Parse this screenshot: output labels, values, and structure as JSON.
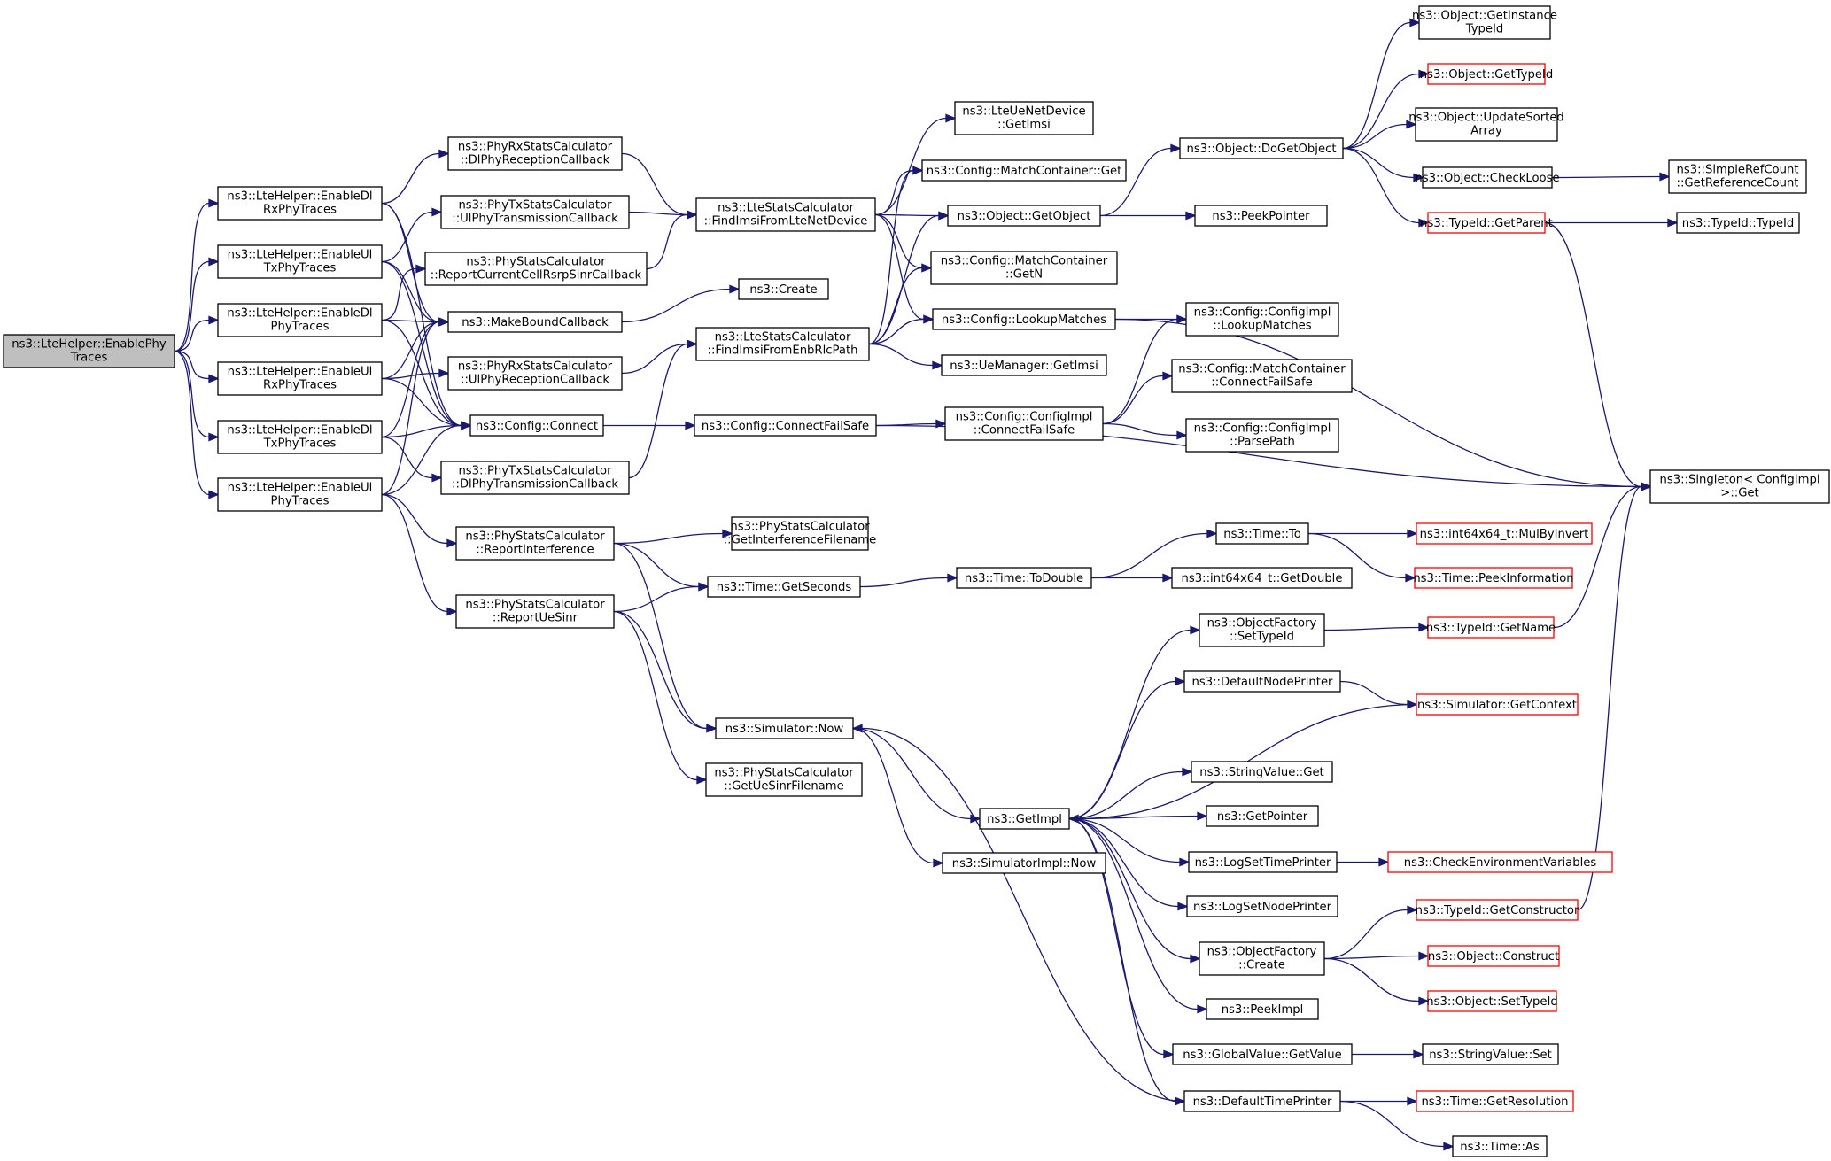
{
  "colors": {
    "edge": "#191970",
    "root_fill": "#bfbfbf",
    "node_border": "#000000",
    "incomplete_border": "#ff0000",
    "background": "#ffffff"
  },
  "nodes": [
    {
      "id": "root",
      "lines": [
        "ns3::LteHelper::EnablePhy",
        "Traces"
      ],
      "root": true
    },
    {
      "id": "enDlRx",
      "lines": [
        "ns3::LteHelper::EnableDl",
        "RxPhyTraces"
      ]
    },
    {
      "id": "enUlTx",
      "lines": [
        "ns3::LteHelper::EnableUl",
        "TxPhyTraces"
      ]
    },
    {
      "id": "enDlPhy",
      "lines": [
        "ns3::LteHelper::EnableDl",
        "PhyTraces"
      ]
    },
    {
      "id": "enUlRx",
      "lines": [
        "ns3::LteHelper::EnableUl",
        "RxPhyTraces"
      ]
    },
    {
      "id": "enDlTx",
      "lines": [
        "ns3::LteHelper::EnableDl",
        "TxPhyTraces"
      ]
    },
    {
      "id": "enUlPhy",
      "lines": [
        "ns3::LteHelper::EnableUl",
        "PhyTraces"
      ]
    },
    {
      "id": "dlRecv",
      "lines": [
        "ns3::PhyRxStatsCalculator",
        "::DlPhyReceptionCallback"
      ]
    },
    {
      "id": "ulTrans",
      "lines": [
        "ns3::PhyTxStatsCalculator",
        "::UlPhyTransmissionCallback"
      ]
    },
    {
      "id": "reportRsrp",
      "lines": [
        "ns3::PhyStatsCalculator",
        "::ReportCurrentCellRsrpSinrCallback"
      ]
    },
    {
      "id": "makeBound",
      "lines": [
        "ns3::MakeBoundCallback"
      ]
    },
    {
      "id": "ulRecv",
      "lines": [
        "ns3::PhyRxStatsCalculator",
        "::UlPhyReceptionCallback"
      ]
    },
    {
      "id": "cfgConnect",
      "lines": [
        "ns3::Config::Connect"
      ]
    },
    {
      "id": "dlTrans",
      "lines": [
        "ns3::PhyTxStatsCalculator",
        "::DlPhyTransmissionCallback"
      ]
    },
    {
      "id": "repInterf",
      "lines": [
        "ns3::PhyStatsCalculator",
        "::ReportInterference"
      ]
    },
    {
      "id": "repUeSinr",
      "lines": [
        "ns3::PhyStatsCalculator",
        "::ReportUeSinr"
      ]
    },
    {
      "id": "findNet",
      "lines": [
        "ns3::LteStatsCalculator",
        "::FindImsiFromLteNetDevice"
      ]
    },
    {
      "id": "create",
      "lines": [
        "ns3::Create"
      ]
    },
    {
      "id": "findRlc",
      "lines": [
        "ns3::LteStatsCalculator",
        "::FindImsiFromEnbRlcPath"
      ]
    },
    {
      "id": "connFailSafe",
      "lines": [
        "ns3::Config::ConnectFailSafe"
      ]
    },
    {
      "id": "getInterfFn",
      "lines": [
        "ns3::PhyStatsCalculator",
        "::GetInterferenceFilename"
      ]
    },
    {
      "id": "getSeconds",
      "lines": [
        "ns3::Time::GetSeconds"
      ]
    },
    {
      "id": "simNow",
      "lines": [
        "ns3::Simulator::Now"
      ]
    },
    {
      "id": "getUeSinrFn",
      "lines": [
        "ns3::PhyStatsCalculator",
        "::GetUeSinrFilename"
      ]
    },
    {
      "id": "ueGetImsi",
      "lines": [
        "ns3::LteUeNetDevice",
        "::GetImsi"
      ]
    },
    {
      "id": "mcGet",
      "lines": [
        "ns3::Config::MatchContainer::Get"
      ]
    },
    {
      "id": "objGetObject",
      "lines": [
        "ns3::Object::GetObject"
      ]
    },
    {
      "id": "mcGetN",
      "lines": [
        "ns3::Config::MatchContainer",
        "::GetN"
      ]
    },
    {
      "id": "lookupMatches",
      "lines": [
        "ns3::Config::LookupMatches"
      ]
    },
    {
      "id": "ueMgrGetImsi",
      "lines": [
        "ns3::UeManager::GetImsi"
      ]
    },
    {
      "id": "cfgImplCFS",
      "lines": [
        "ns3::Config::ConfigImpl",
        "::ConnectFailSafe"
      ]
    },
    {
      "id": "timeToDouble",
      "lines": [
        "ns3::Time::ToDouble"
      ]
    },
    {
      "id": "getImpl",
      "lines": [
        "ns3::GetImpl"
      ]
    },
    {
      "id": "simImplNow",
      "lines": [
        "ns3::SimulatorImpl::Now"
      ]
    },
    {
      "id": "doGetObject",
      "lines": [
        "ns3::Object::DoGetObject"
      ]
    },
    {
      "id": "peekPointer",
      "lines": [
        "ns3::PeekPointer"
      ]
    },
    {
      "id": "cfgImplLookup",
      "lines": [
        "ns3::Config::ConfigImpl",
        "::LookupMatches"
      ]
    },
    {
      "id": "mcConnFS",
      "lines": [
        "ns3::Config::MatchContainer",
        "::ConnectFailSafe"
      ]
    },
    {
      "id": "cfgImplParse",
      "lines": [
        "ns3::Config::ConfigImpl",
        "::ParsePath"
      ]
    },
    {
      "id": "timeTo",
      "lines": [
        "ns3::Time::To"
      ]
    },
    {
      "id": "i64GetDouble",
      "lines": [
        "ns3::int64x64_t::GetDouble"
      ]
    },
    {
      "id": "ofSetTypeId",
      "lines": [
        "ns3::ObjectFactory",
        "::SetTypeId"
      ]
    },
    {
      "id": "defNodePrinter",
      "lines": [
        "ns3::DefaultNodePrinter"
      ]
    },
    {
      "id": "strValGet",
      "lines": [
        "ns3::StringValue::Get"
      ]
    },
    {
      "id": "getPointer",
      "lines": [
        "ns3::GetPointer"
      ]
    },
    {
      "id": "logSetTimePrinter",
      "lines": [
        "ns3::LogSetTimePrinter"
      ]
    },
    {
      "id": "logSetNodePrinter",
      "lines": [
        "ns3::LogSetNodePrinter"
      ]
    },
    {
      "id": "ofCreate",
      "lines": [
        "ns3::ObjectFactory",
        "::Create"
      ]
    },
    {
      "id": "peekImpl",
      "lines": [
        "ns3::PeekImpl"
      ]
    },
    {
      "id": "gvGetValue",
      "lines": [
        "ns3::GlobalValue::GetValue"
      ]
    },
    {
      "id": "defTimePrinter",
      "lines": [
        "ns3::DefaultTimePrinter"
      ]
    },
    {
      "id": "getInstanceTypeId",
      "lines": [
        "ns3::Object::GetInstance",
        "TypeId"
      ]
    },
    {
      "id": "objGetTypeId",
      "lines": [
        "ns3::Object::GetTypeId"
      ],
      "red": true
    },
    {
      "id": "updateSorted",
      "lines": [
        "ns3::Object::UpdateSorted",
        "Array"
      ]
    },
    {
      "id": "checkLoose",
      "lines": [
        "ns3::Object::CheckLoose"
      ]
    },
    {
      "id": "getParent",
      "lines": [
        "ns3::TypeId::GetParent"
      ],
      "red": true
    },
    {
      "id": "mulByInvert",
      "lines": [
        "ns3::int64x64_t::MulByInvert"
      ],
      "red": true
    },
    {
      "id": "peekInfo",
      "lines": [
        "ns3::Time::PeekInformation"
      ],
      "red": true
    },
    {
      "id": "tidGetName",
      "lines": [
        "ns3::TypeId::GetName"
      ],
      "red": true
    },
    {
      "id": "simGetContext",
      "lines": [
        "ns3::Simulator::GetContext"
      ],
      "red": true
    },
    {
      "id": "checkEnv",
      "lines": [
        "ns3::CheckEnvironmentVariables"
      ],
      "red": true
    },
    {
      "id": "tidGetCtor",
      "lines": [
        "ns3::TypeId::GetConstructor"
      ],
      "red": true
    },
    {
      "id": "objConstruct",
      "lines": [
        "ns3::Object::Construct"
      ],
      "red": true
    },
    {
      "id": "objSetTypeId",
      "lines": [
        "ns3::Object::SetTypeId"
      ],
      "red": true
    },
    {
      "id": "strValSet",
      "lines": [
        "ns3::StringValue::Set"
      ]
    },
    {
      "id": "timeGetRes",
      "lines": [
        "ns3::Time::GetResolution"
      ],
      "red": true
    },
    {
      "id": "timeAs",
      "lines": [
        "ns3::Time::As"
      ]
    },
    {
      "id": "simpleRefCount",
      "lines": [
        "ns3::SimpleRefCount",
        "::GetReferenceCount"
      ]
    },
    {
      "id": "tidTypeId",
      "lines": [
        "ns3::TypeId::TypeId"
      ]
    },
    {
      "id": "singletonGet",
      "lines": [
        "ns3::Singleton< ConfigImpl",
        " >::Get"
      ]
    }
  ],
  "edges": [
    [
      "root",
      "enDlRx"
    ],
    [
      "root",
      "enUlTx"
    ],
    [
      "root",
      "enDlPhy"
    ],
    [
      "root",
      "enUlRx"
    ],
    [
      "root",
      "enDlTx"
    ],
    [
      "root",
      "enUlPhy"
    ],
    [
      "enDlRx",
      "dlRecv"
    ],
    [
      "enDlRx",
      "makeBound"
    ],
    [
      "enDlRx",
      "cfgConnect"
    ],
    [
      "enUlTx",
      "ulTrans"
    ],
    [
      "enUlTx",
      "makeBound"
    ],
    [
      "enUlTx",
      "cfgConnect"
    ],
    [
      "enDlPhy",
      "reportRsrp"
    ],
    [
      "enDlPhy",
      "makeBound"
    ],
    [
      "enDlPhy",
      "cfgConnect"
    ],
    [
      "enUlRx",
      "ulRecv"
    ],
    [
      "enUlRx",
      "makeBound"
    ],
    [
      "enUlRx",
      "cfgConnect"
    ],
    [
      "enDlTx",
      "dlTrans"
    ],
    [
      "enDlTx",
      "makeBound"
    ],
    [
      "enDlTx",
      "cfgConnect"
    ],
    [
      "enUlPhy",
      "repInterf"
    ],
    [
      "enUlPhy",
      "repUeSinr"
    ],
    [
      "enUlPhy",
      "makeBound"
    ],
    [
      "enUlPhy",
      "cfgConnect"
    ],
    [
      "dlRecv",
      "findNet"
    ],
    [
      "ulTrans",
      "findNet"
    ],
    [
      "reportRsrp",
      "findNet"
    ],
    [
      "ulRecv",
      "findRlc"
    ],
    [
      "dlTrans",
      "findRlc"
    ],
    [
      "makeBound",
      "create"
    ],
    [
      "cfgConnect",
      "connFailSafe"
    ],
    [
      "repInterf",
      "getInterfFn"
    ],
    [
      "repInterf",
      "getSeconds"
    ],
    [
      "repInterf",
      "simNow"
    ],
    [
      "repUeSinr",
      "getSeconds"
    ],
    [
      "repUeSinr",
      "simNow"
    ],
    [
      "repUeSinr",
      "getUeSinrFn"
    ],
    [
      "findNet",
      "ueGetImsi"
    ],
    [
      "findNet",
      "mcGet"
    ],
    [
      "findNet",
      "objGetObject"
    ],
    [
      "findNet",
      "mcGetN"
    ],
    [
      "findNet",
      "lookupMatches"
    ],
    [
      "findRlc",
      "mcGet"
    ],
    [
      "findRlc",
      "objGetObject"
    ],
    [
      "findRlc",
      "mcGetN"
    ],
    [
      "findRlc",
      "lookupMatches"
    ],
    [
      "findRlc",
      "ueMgrGetImsi"
    ],
    [
      "connFailSafe",
      "cfgImplCFS"
    ],
    [
      "connFailSafe",
      "singletonGet"
    ],
    [
      "getSeconds",
      "timeToDouble"
    ],
    [
      "simNow",
      "getImpl"
    ],
    [
      "simNow",
      "simImplNow"
    ],
    [
      "objGetObject",
      "doGetObject"
    ],
    [
      "objGetObject",
      "peekPointer"
    ],
    [
      "lookupMatches",
      "cfgImplLookup"
    ],
    [
      "lookupMatches",
      "singletonGet"
    ],
    [
      "cfgImplCFS",
      "cfgImplLookup"
    ],
    [
      "cfgImplCFS",
      "mcConnFS"
    ],
    [
      "cfgImplCFS",
      "cfgImplParse"
    ],
    [
      "timeToDouble",
      "timeTo"
    ],
    [
      "timeToDouble",
      "i64GetDouble"
    ],
    [
      "getImpl",
      "ofSetTypeId"
    ],
    [
      "getImpl",
      "defNodePrinter"
    ],
    [
      "getImpl",
      "strValGet"
    ],
    [
      "getImpl",
      "getPointer"
    ],
    [
      "getImpl",
      "logSetTimePrinter"
    ],
    [
      "getImpl",
      "logSetNodePrinter"
    ],
    [
      "getImpl",
      "ofCreate"
    ],
    [
      "getImpl",
      "peekImpl"
    ],
    [
      "getImpl",
      "gvGetValue"
    ],
    [
      "getImpl",
      "defTimePrinter"
    ],
    [
      "simGetContext",
      "getImpl"
    ],
    [
      "defTimePrinter",
      "simNow"
    ],
    [
      "doGetObject",
      "getInstanceTypeId"
    ],
    [
      "doGetObject",
      "objGetTypeId"
    ],
    [
      "doGetObject",
      "updateSorted"
    ],
    [
      "doGetObject",
      "checkLoose"
    ],
    [
      "doGetObject",
      "getParent"
    ],
    [
      "checkLoose",
      "simpleRefCount"
    ],
    [
      "getParent",
      "tidTypeId"
    ],
    [
      "getParent",
      "singletonGet"
    ],
    [
      "timeTo",
      "mulByInvert"
    ],
    [
      "timeTo",
      "peekInfo"
    ],
    [
      "ofSetTypeId",
      "tidGetName"
    ],
    [
      "tidGetName",
      "singletonGet"
    ],
    [
      "defNodePrinter",
      "simGetContext"
    ],
    [
      "logSetTimePrinter",
      "checkEnv"
    ],
    [
      "ofCreate",
      "tidGetCtor"
    ],
    [
      "ofCreate",
      "objConstruct"
    ],
    [
      "ofCreate",
      "objSetTypeId"
    ],
    [
      "tidGetCtor",
      "singletonGet"
    ],
    [
      "gvGetValue",
      "strValSet"
    ],
    [
      "defTimePrinter",
      "timeGetRes"
    ],
    [
      "defTimePrinter",
      "timeAs"
    ]
  ]
}
